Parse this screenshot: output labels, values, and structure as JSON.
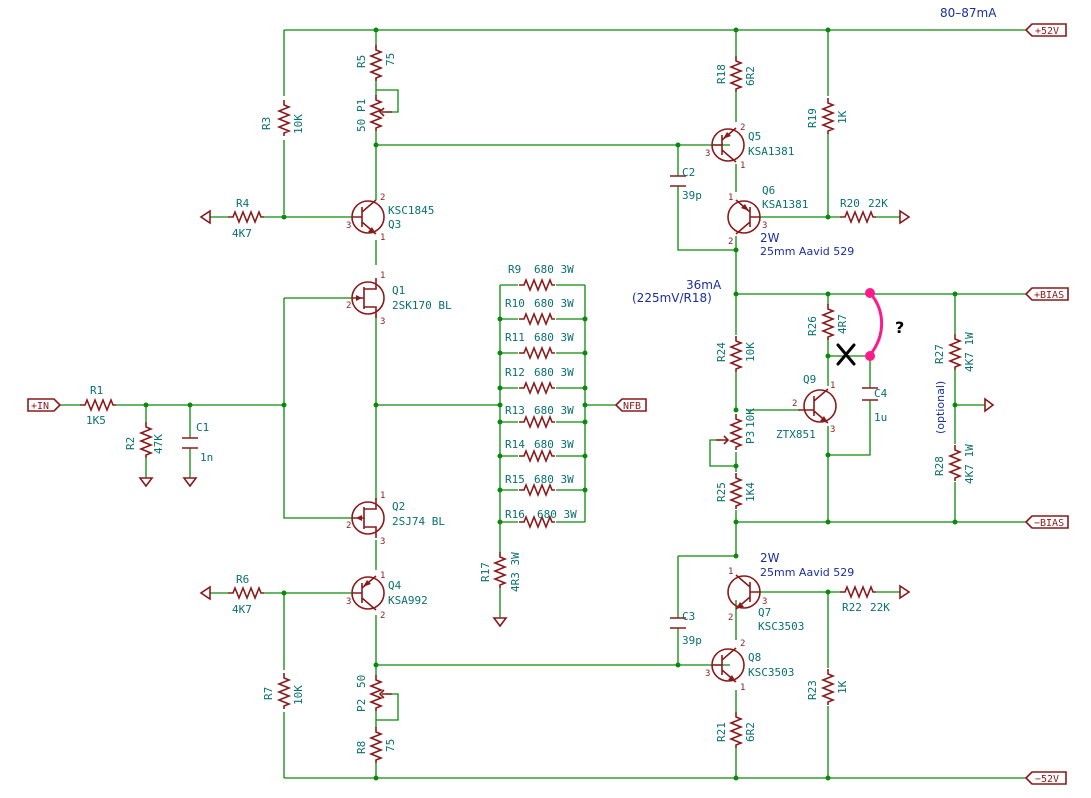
{
  "power": {
    "pos_rail": "+52V",
    "neg_rail": "−52V",
    "pos_bias": "+BIAS",
    "neg_bias": "−BIAS",
    "input": "+IN",
    "feedback": "NFB"
  },
  "notes": {
    "supply_current": "80–87mA",
    "bias_current": "36mA",
    "bias_formula": "(225mV/R18)",
    "q6_power": "2W",
    "q6_heatsink": "25mm Aavid 529",
    "q7_power": "2W",
    "q7_heatsink": "25mm Aavid 529",
    "optional": "(optional)",
    "question": "?",
    "cross": "X"
  },
  "parts": {
    "R1": {
      "ref": "R1",
      "value": "1K5"
    },
    "R2": {
      "ref": "R2",
      "value": "47K"
    },
    "C1": {
      "ref": "C1",
      "value": "1n"
    },
    "R3": {
      "ref": "R3",
      "value": "10K"
    },
    "R4": {
      "ref": "R4",
      "value": "4K7"
    },
    "R5": {
      "ref": "R5",
      "value": "75"
    },
    "P1": {
      "ref": "P1",
      "value": "50"
    },
    "Q3": {
      "ref": "Q3",
      "value": "KSC1845"
    },
    "Q1": {
      "ref": "Q1",
      "value": "2SK170 BL"
    },
    "Q2": {
      "ref": "Q2",
      "value": "2SJ74 BL"
    },
    "Q4": {
      "ref": "Q4",
      "value": "KSA992"
    },
    "R6": {
      "ref": "R6",
      "value": "4K7"
    },
    "R7": {
      "ref": "R7",
      "value": "10K"
    },
    "P2": {
      "ref": "P2",
      "value": "50"
    },
    "R8": {
      "ref": "R8",
      "value": "75"
    },
    "R9": {
      "ref": "R9",
      "value": "680 3W"
    },
    "R10": {
      "ref": "R10",
      "value": "680 3W"
    },
    "R11": {
      "ref": "R11",
      "value": "680 3W"
    },
    "R12": {
      "ref": "R12",
      "value": "680 3W"
    },
    "R13": {
      "ref": "R13",
      "value": "680 3W"
    },
    "R14": {
      "ref": "R14",
      "value": "680 3W"
    },
    "R15": {
      "ref": "R15",
      "value": "680 3W"
    },
    "R16": {
      "ref": "R16",
      "value": "680 3W"
    },
    "R17": {
      "ref": "R17",
      "value": "4R3 3W"
    },
    "R18": {
      "ref": "R18",
      "value": "6R2"
    },
    "Q5": {
      "ref": "Q5",
      "value": "KSA1381"
    },
    "Q6": {
      "ref": "Q6",
      "value": "KSA1381"
    },
    "C2": {
      "ref": "C2",
      "value": "39p"
    },
    "R19": {
      "ref": "R19",
      "value": "1K"
    },
    "R20": {
      "ref": "R20",
      "value": "22K"
    },
    "R24": {
      "ref": "R24",
      "value": "10K"
    },
    "P3": {
      "ref": "P3",
      "value": "10K"
    },
    "R25": {
      "ref": "R25",
      "value": "1K4"
    },
    "R26": {
      "ref": "R26",
      "value": "4R7"
    },
    "Q9": {
      "ref": "Q9",
      "value": "ZTX851"
    },
    "C4": {
      "ref": "C4",
      "value": "1u"
    },
    "R27": {
      "ref": "R27",
      "value": "4K7 1W"
    },
    "R28": {
      "ref": "R28",
      "value": "4K7 1W"
    },
    "Q7": {
      "ref": "Q7",
      "value": "KSC3503"
    },
    "Q8": {
      "ref": "Q8",
      "value": "KSC3503"
    },
    "C3": {
      "ref": "C3",
      "value": "39p"
    },
    "R22": {
      "ref": "R22",
      "value": "22K"
    },
    "R23": {
      "ref": "R23",
      "value": "1K"
    },
    "R21": {
      "ref": "R21",
      "value": "6R2"
    }
  },
  "pins": {
    "p1": "1",
    "p2": "2",
    "p3": "3"
  }
}
